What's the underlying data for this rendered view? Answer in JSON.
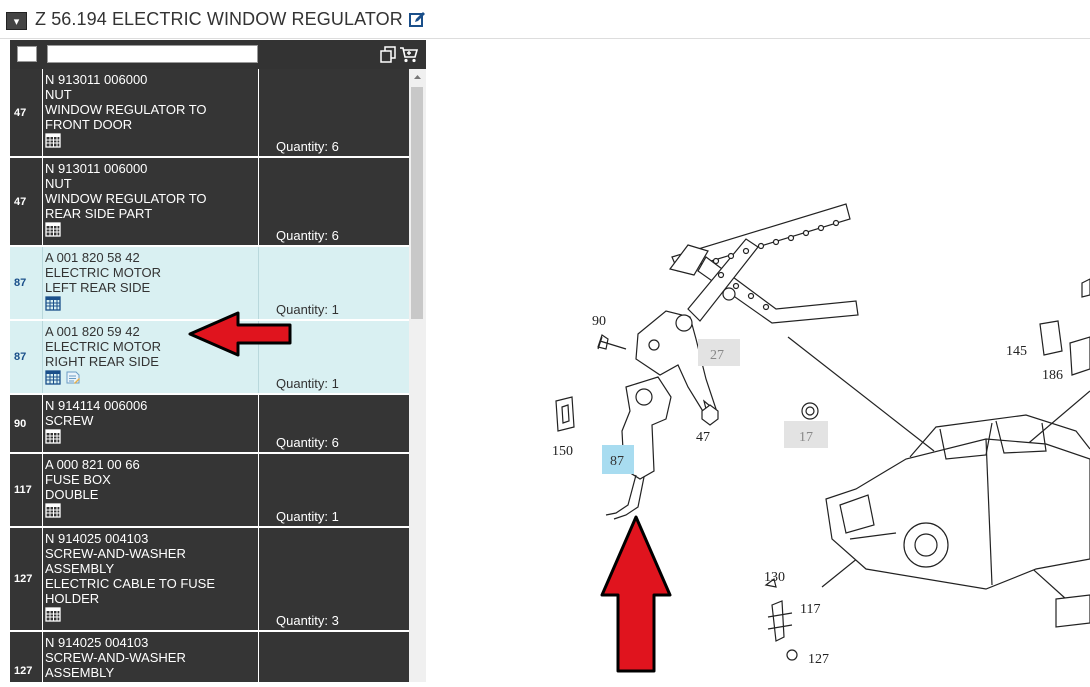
{
  "header": {
    "toggle_icon": "chevron-down-icon",
    "title": "Z 56.194 ELECTRIC WINDOW REGULATOR",
    "edit_icon": "edit-icon"
  },
  "toolbar": {
    "search_value": "",
    "copy_icon": "copy-icon",
    "cart_icon": "cart-icon"
  },
  "parts": [
    {
      "pos": "47",
      "part_no": "N 913011 006000",
      "lines": [
        "NUT",
        "WINDOW REGULATOR TO",
        "FRONT DOOR"
      ],
      "quantity": "Quantity:  6",
      "highlight": false
    },
    {
      "pos": "47",
      "part_no": "N 913011 006000",
      "lines": [
        "NUT",
        "WINDOW REGULATOR TO",
        "REAR SIDE PART"
      ],
      "quantity": "Quantity:  6",
      "highlight": false
    },
    {
      "pos": "87",
      "part_no": "A 001 820 58 42",
      "lines": [
        "ELECTRIC MOTOR",
        "LEFT REAR SIDE"
      ],
      "quantity": "Quantity:  1",
      "highlight": true
    },
    {
      "pos": "87",
      "part_no": "A 001 820 59 42",
      "lines": [
        "ELECTRIC MOTOR",
        "RIGHT REAR SIDE"
      ],
      "quantity": "Quantity:  1",
      "highlight": true
    },
    {
      "pos": "90",
      "part_no": "N 914114 006006",
      "lines": [
        "SCREW"
      ],
      "quantity": "Quantity:  6",
      "highlight": false
    },
    {
      "pos": "117",
      "part_no": "A 000 821 00 66",
      "lines": [
        "FUSE BOX",
        "DOUBLE"
      ],
      "quantity": "Quantity:  1",
      "highlight": false
    },
    {
      "pos": "127",
      "part_no": "N 914025 004103",
      "lines": [
        "SCREW-AND-WASHER",
        "ASSEMBLY",
        "ELECTRIC CABLE TO FUSE",
        "HOLDER"
      ],
      "quantity": "Quantity:  3",
      "highlight": false
    },
    {
      "pos": "127",
      "part_no": "N 914025 004103",
      "lines": [
        "SCREW-AND-WASHER",
        "ASSEMBLY"
      ],
      "quantity": "",
      "highlight": false
    }
  ],
  "diagram": {
    "callouts": [
      "90",
      "27",
      "145",
      "186",
      "150",
      "87",
      "47",
      "17",
      "130",
      "117",
      "127"
    ]
  },
  "colors": {
    "arrow": "#e0141e",
    "dark_row": "#353535",
    "highlight_row": "#d9f0f2",
    "callout_active": "#a8dcf0",
    "callout_inactive": "#e3e3e3"
  }
}
